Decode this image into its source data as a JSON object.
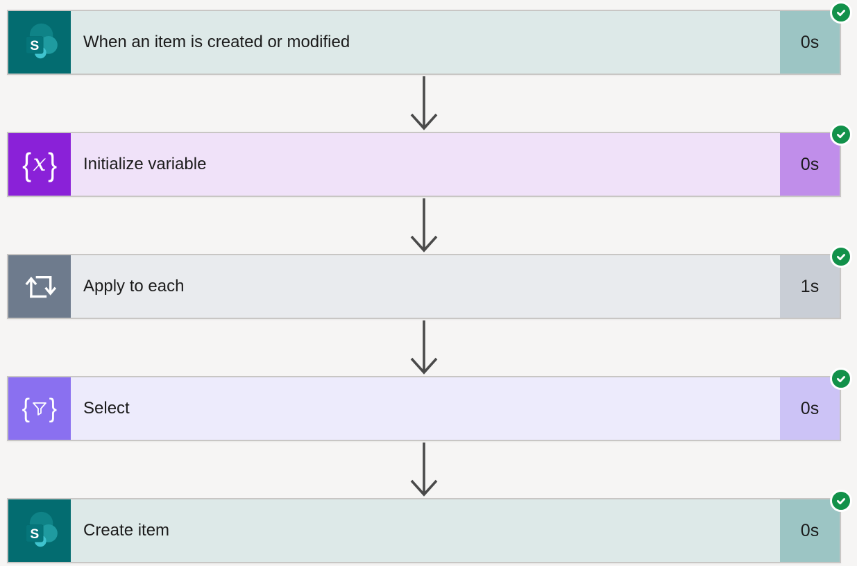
{
  "flow": {
    "connector_arrow_color": "#4a4a4a",
    "success_color": "#12914a",
    "steps": [
      {
        "title": "When an item is created or modified",
        "duration": "0s",
        "status": "succeeded",
        "icon": "sharepoint-icon",
        "colors": {
          "icon_bg": "#036c70",
          "body_bg": "#dde9e8",
          "badge_bg": "#9cc5c4"
        }
      },
      {
        "title": "Initialize variable",
        "duration": "0s",
        "status": "succeeded",
        "icon": "variable-icon",
        "colors": {
          "icon_bg": "#8a21d8",
          "body_bg": "#f0e2f9",
          "badge_bg": "#c08eea"
        }
      },
      {
        "title": "Apply to each",
        "duration": "1s",
        "status": "succeeded",
        "icon": "apply-to-each-icon",
        "colors": {
          "icon_bg": "#6e7b8d",
          "body_bg": "#e9ebee",
          "badge_bg": "#c9ced6"
        }
      },
      {
        "title": "Select",
        "duration": "0s",
        "status": "succeeded",
        "icon": "select-icon",
        "colors": {
          "icon_bg": "#8a70f0",
          "body_bg": "#edebfc",
          "badge_bg": "#ccc3f6"
        }
      },
      {
        "title": "Create item",
        "duration": "0s",
        "status": "succeeded",
        "icon": "sharepoint-icon",
        "colors": {
          "icon_bg": "#036c70",
          "body_bg": "#dde9e8",
          "badge_bg": "#9cc5c4"
        }
      }
    ]
  }
}
